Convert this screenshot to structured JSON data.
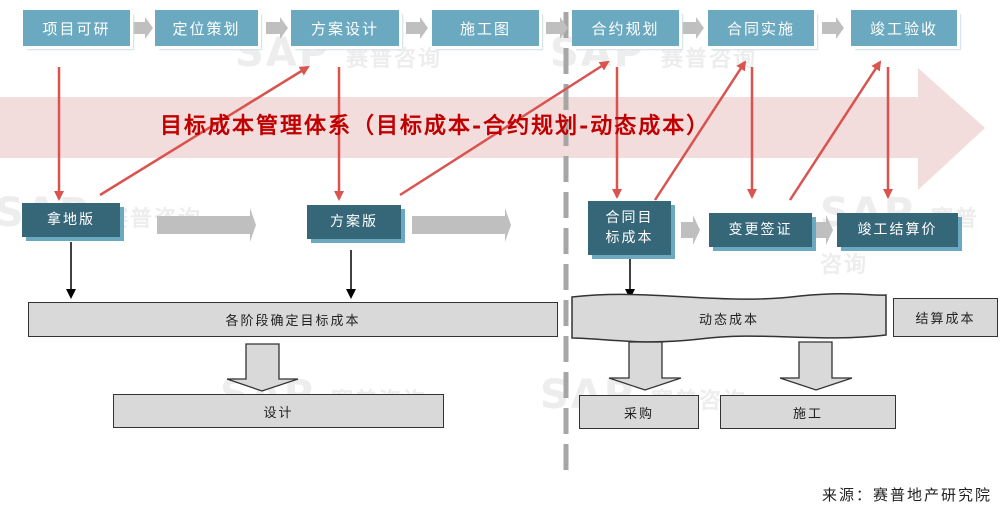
{
  "title_banner": "目标成本管理体系（目标成本-合约规划-动态成本）",
  "top_stages": [
    {
      "label": "项目可研"
    },
    {
      "label": "定位策划"
    },
    {
      "label": "方案设计"
    },
    {
      "label": "施工图"
    },
    {
      "label": "合约规划"
    },
    {
      "label": "合同实施"
    },
    {
      "label": "竣工验收"
    }
  ],
  "cost_versions": [
    {
      "label": "拿地版"
    },
    {
      "label": "方案版"
    },
    {
      "label": "合同目标成本"
    },
    {
      "label": "变更签证"
    },
    {
      "label": "竣工结算价"
    }
  ],
  "cost_boxes": {
    "stage_target_cost": "各阶段确定目标成本",
    "design": "设计",
    "dynamic_cost": "动态成本",
    "settlement_cost": "结算成本",
    "procurement": "采购",
    "construction": "施工"
  },
  "watermark": {
    "logo": "SAP",
    "name": "赛普咨询"
  },
  "source": "来源：赛普地产研究院",
  "colors": {
    "top_box": "#6aa9c0",
    "dark_box": "#356779",
    "banner_arrow": "#f2dcdc",
    "banner_text": "#c00000",
    "red_arrow": "#d9534f",
    "gray_arrow": "#bfbfbf",
    "gray_box": "#d9d9d9"
  }
}
